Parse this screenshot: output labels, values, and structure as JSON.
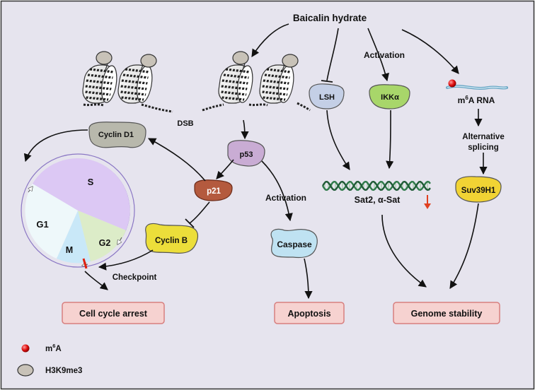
{
  "source": "Baicalin hydrate",
  "labels": {
    "activation_top": "Activation",
    "activation_p53": "Activation",
    "dsb": "DSB",
    "alternative_splicing_1": "Alternative",
    "alternative_splicing_2": "splicing",
    "checkpoint": "Checkpoint",
    "sat": "Sat2, α-Sat"
  },
  "proteins": {
    "lsh": "LSH",
    "ikk": "IKKα",
    "cyclin_d1": "Cyclin D1",
    "p53": "p53",
    "p21": "p21",
    "cyclin_b": "Cyclin B",
    "caspase": "Caspase",
    "suv39h1": "Suv39H1"
  },
  "m6a_rna": {
    "prefix": "m",
    "sup": "6",
    "suffix": "A RNA"
  },
  "cell_cycle": {
    "s": "S",
    "g1": "G1",
    "g2": "G2",
    "m": "M"
  },
  "outcomes": {
    "arrest": "Cell cycle arrest",
    "apoptosis": "Apoptosis",
    "genome": "Genome stability"
  },
  "legend": [
    {
      "prefix": "m",
      "sup": "6",
      "suffix": "A",
      "icon": "red-sphere",
      "color": "#e01010"
    },
    {
      "prefix": "H3K9me3",
      "sup": "",
      "suffix": "",
      "icon": "gray-ellipse",
      "color": "#c8c2b8"
    }
  ],
  "colors": {
    "background": "#e6e4ee",
    "lsh": "#c4cfe6",
    "ikk": "#a8d66a",
    "cyclin_d1": "#b8b8ac",
    "p53": "#c9acd4",
    "p21": "#b45a3e",
    "cyclin_b": "#ecde3a",
    "caspase": "#bfe2f2",
    "suv39h1": "#f1d334",
    "outcome_fill": "#f6d2d0",
    "outcome_stroke": "#d77f7f",
    "phase_s": "#dcc8f4",
    "phase_g1": "#eef8fa",
    "phase_m": "#c9e8f8",
    "phase_g2": "#dcecc8",
    "down_arrow": "#e04020"
  }
}
